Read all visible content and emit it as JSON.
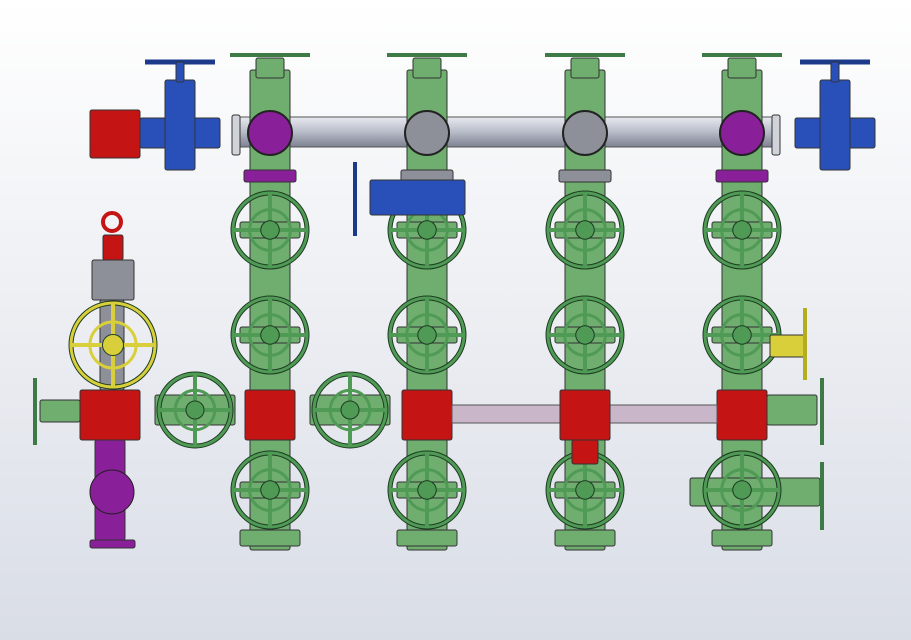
{
  "colors": {
    "background_top": "#ffffff",
    "background_bottom": "#d9dde6",
    "valve_body": "#6fae6f",
    "handwheel": "#4f9a55",
    "cross_block": "#c41414",
    "gate_valve_blue": "#2950b8",
    "purple_tee": "#8a1f9a",
    "yellow_wheel": "#d8cf3a",
    "header_pipe": "#b8bcc8",
    "gray_block": "#8d9099",
    "connector_pipe": "#c9b7c9"
  },
  "columns": [
    {
      "id": "column-1",
      "top_tee": "purple"
    },
    {
      "id": "column-2",
      "top_tee": "gray"
    },
    {
      "id": "column-3",
      "top_tee": "gray"
    },
    {
      "id": "column-4",
      "top_tee": "purple"
    }
  ]
}
